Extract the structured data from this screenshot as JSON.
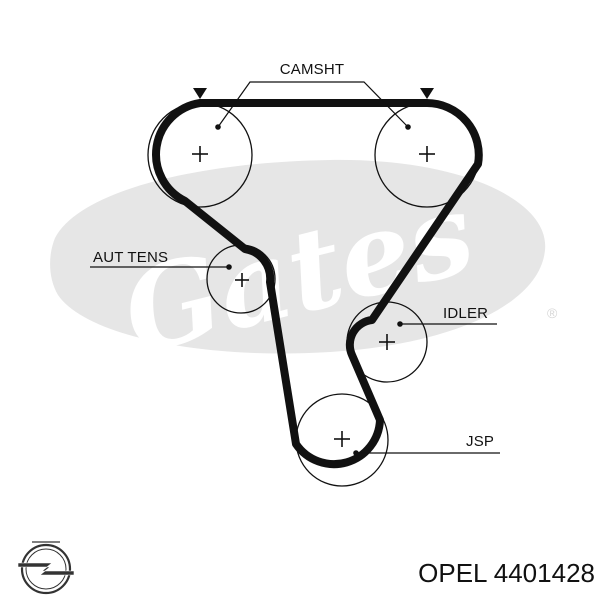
{
  "diagram": {
    "labels": {
      "camshaft": "CAMSHT",
      "auto_tensioner": "AUT TENS",
      "idler": "IDLER",
      "crankshaft": "JSP"
    },
    "watermark": {
      "brand": "Gates",
      "registered": "®",
      "color": "#e6e6e6"
    },
    "belt_color": "#111111"
  },
  "footer": {
    "part_number": "OPEL 4401428",
    "logo": "opel-logo"
  }
}
